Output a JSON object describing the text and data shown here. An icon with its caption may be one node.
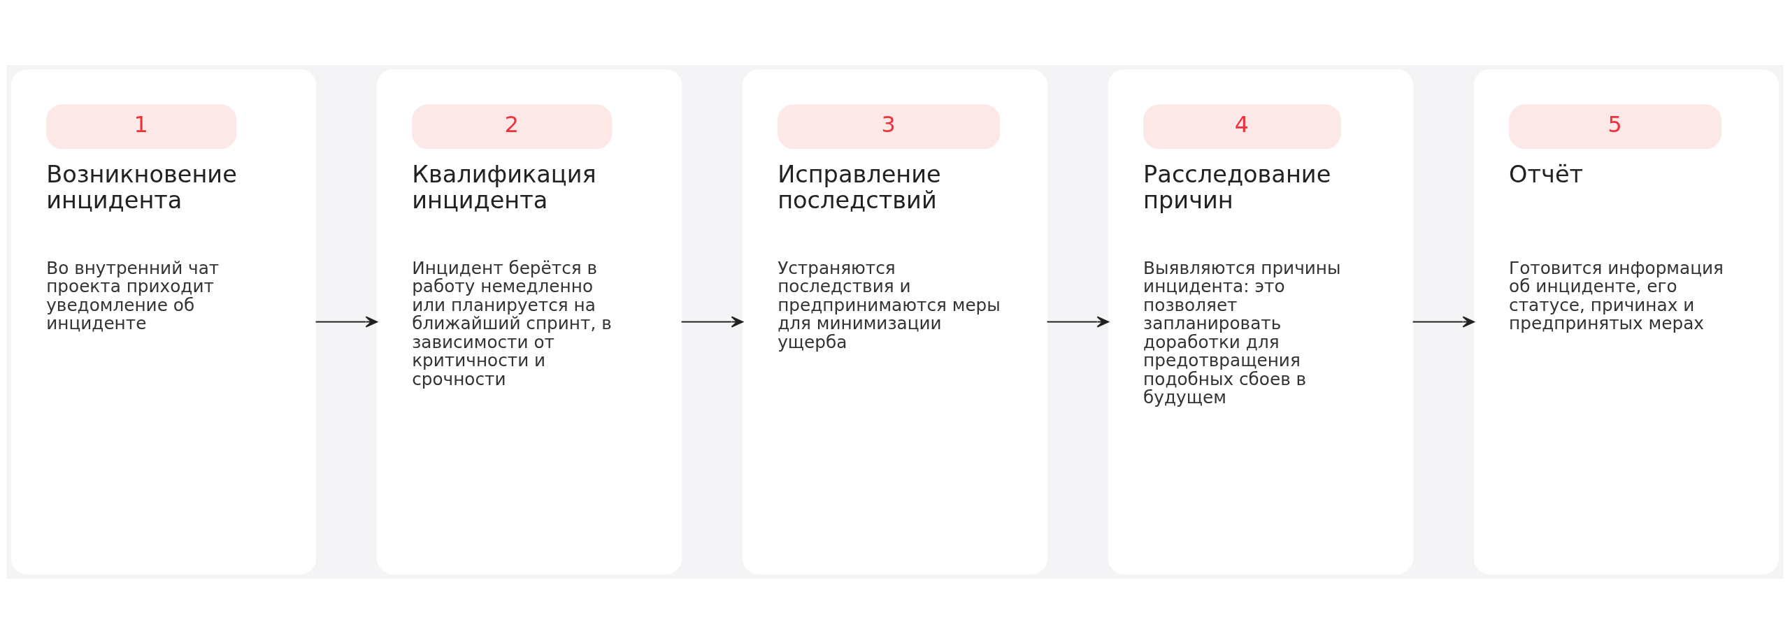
{
  "diagram": {
    "nodes": [
      {
        "text": [
          "1",
          "Возникновение инцидента",
          "Во внутренний чат проекта приходит уведомление об инциденте"
        ]
      },
      {
        "text": [
          "2",
          "Квалификация инцидента",
          "Инцидент берётся в работу немедленно или планируется на ближайший спринт, в зависимости от критичности и срочности"
        ]
      },
      {
        "text": [
          "3",
          "Исправление последствий",
          "Устраняются последствия и предпринимаются меры для минимизации ущерба"
        ]
      },
      {
        "text": [
          "4",
          "Расследование причин",
          "Выявляются причины инцидента: это позволяет запланировать доработки для предотвращения подобных сбоев в будущем"
        ]
      },
      {
        "text": [
          "5",
          "Отчёт",
          "Готовится информация об инциденте, его статусе, причинах и предпринятых мерах"
        ]
      }
    ],
    "edges": [
      {
        "from": 0,
        "to": 1,
        "arrow": "to"
      },
      {
        "from": 1,
        "to": 2,
        "arrow": "to"
      },
      {
        "from": 2,
        "to": 3,
        "arrow": "to"
      },
      {
        "from": 3,
        "to": 4,
        "arrow": "to"
      }
    ]
  }
}
